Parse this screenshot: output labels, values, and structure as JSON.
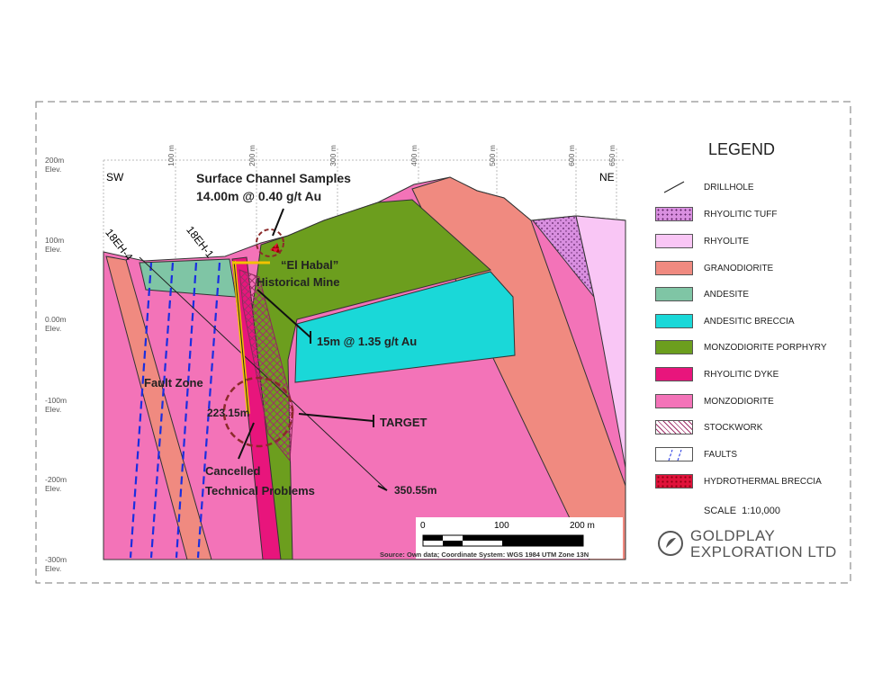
{
  "section": {
    "elevations": [
      "200m Elev.",
      "100m Elev.",
      "0.00m Elev.",
      "-100m Elev.",
      "-200m Elev.",
      "-300m Elev."
    ],
    "eastings": [
      "100 m",
      "200 m",
      "300 m",
      "400 m",
      "500 m",
      "600 m",
      "650 m"
    ],
    "sw": "SW",
    "ne": "NE",
    "drillholes": [
      "18EH-4",
      "18EH-1"
    ],
    "annotations": {
      "surface_title": "Surface Channel Samples",
      "surface_value": "14.00m @ 0.40 g/t Au",
      "mine_1": "“El Habal”",
      "mine_2": "Historical Mine",
      "intercept": "15m @ 1.35 g/t Au",
      "fault_zone": "Fault Zone",
      "depth_1": "223.15m",
      "target": "TARGET",
      "cancelled_1": "Cancelled",
      "cancelled_2": "Technical Problems",
      "depth_2": "350.55m"
    },
    "scalebar": {
      "ticks": [
        "0",
        "100",
        "200 m"
      ],
      "source": "Source: Own data; Coordinate System: WGS 1984 UTM Zone 13N"
    }
  },
  "legend": {
    "title": "LEGEND",
    "items": [
      {
        "label": "DRILLHOLE"
      },
      {
        "label": "RHYOLITIC TUFF",
        "color": "#d98fe0"
      },
      {
        "label": "RHYOLITE",
        "color": "#f9c6f5"
      },
      {
        "label": "GRANODIORITE",
        "color": "#f08a80"
      },
      {
        "label": "ANDESITE",
        "color": "#7fc5a5"
      },
      {
        "label": "ANDESITIC BRECCIA",
        "color": "#1ad8d8"
      },
      {
        "label": "MONZODIORITE PORPHYRY",
        "color": "#6c9e1e"
      },
      {
        "label": "RHYOLITIC DYKE",
        "color": "#e8157c"
      },
      {
        "label": "MONZODIORITE",
        "color": "#f373b8"
      },
      {
        "label": "STOCKWORK"
      },
      {
        "label": "FAULTS"
      },
      {
        "label": "HYDROTHERMAL BRECCIA",
        "color": "#e0123a"
      }
    ],
    "scale": "SCALE  1:10,000"
  },
  "logo": {
    "line1": "GOLDPLAY",
    "line2": "EXPLORATION LTD"
  }
}
